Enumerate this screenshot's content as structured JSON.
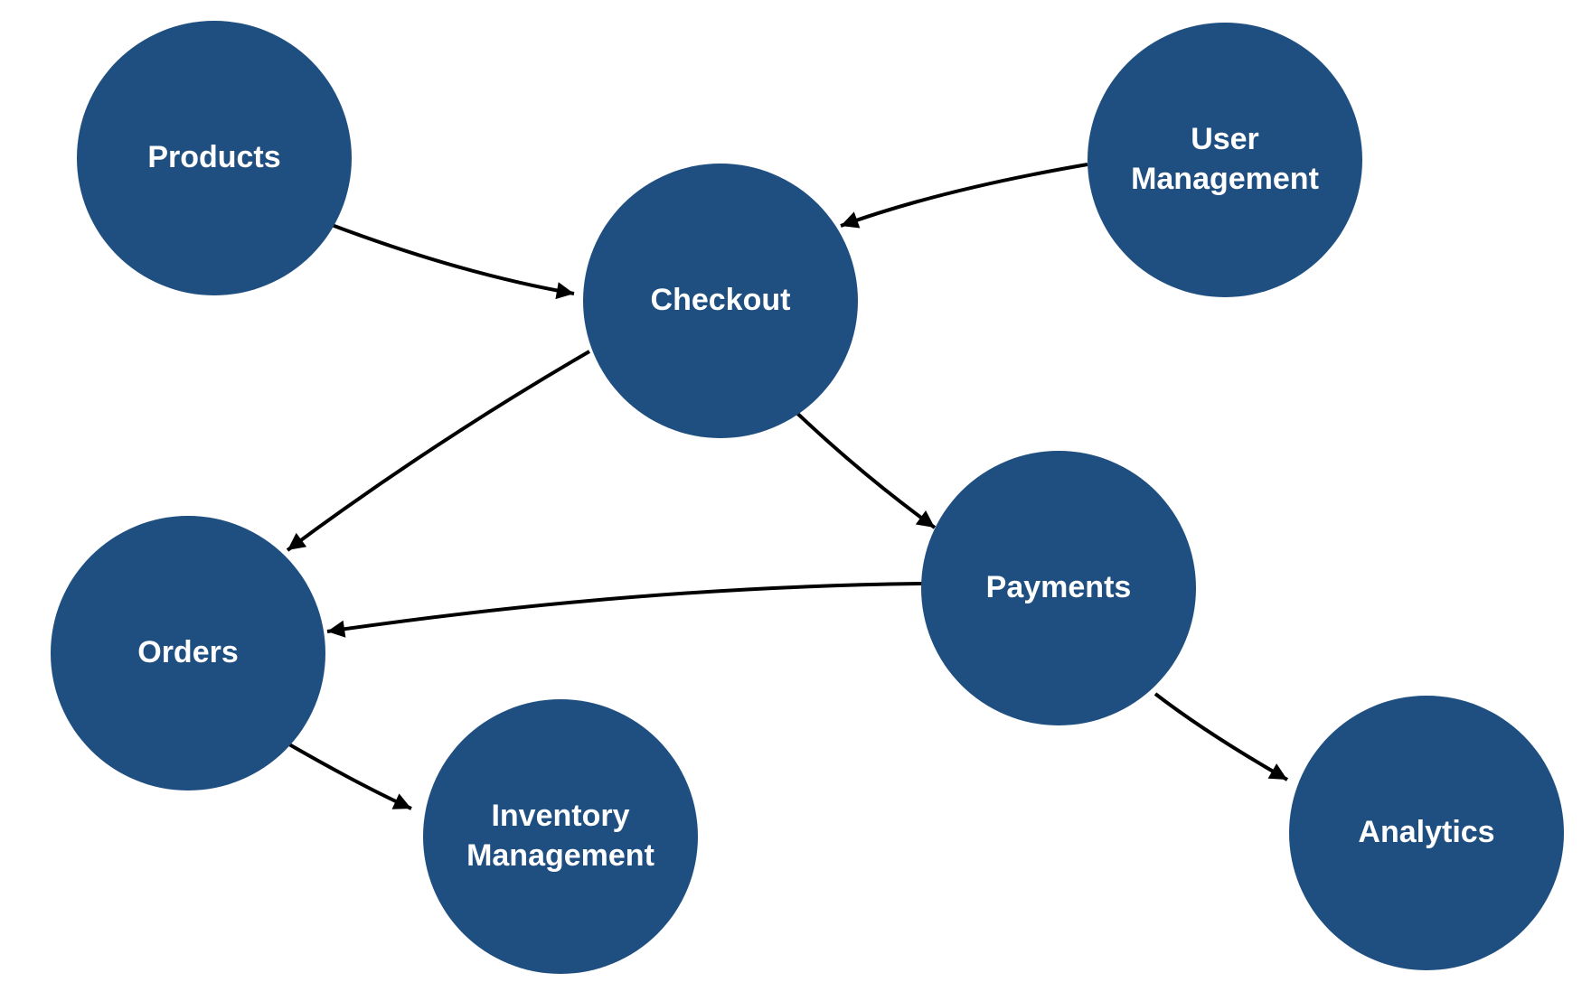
{
  "diagram": {
    "type": "flowchart",
    "colors": {
      "background": "#ffffff",
      "node_fill": "#1f4f80",
      "label_color": "#ffffff",
      "edge_color": "#000000"
    },
    "nodes": {
      "products": {
        "label": "Products"
      },
      "user_management": {
        "label": "User Management"
      },
      "checkout": {
        "label": "Checkout"
      },
      "payments": {
        "label": "Payments"
      },
      "orders": {
        "label": "Orders"
      },
      "inventory_management": {
        "label": "Inventory Management"
      },
      "analytics": {
        "label": "Analytics"
      }
    },
    "edges": [
      {
        "from": "Products",
        "to": "Checkout"
      },
      {
        "from": "User Management",
        "to": "Checkout"
      },
      {
        "from": "Checkout",
        "to": "Orders"
      },
      {
        "from": "Checkout",
        "to": "Payments"
      },
      {
        "from": "Payments",
        "to": "Orders"
      },
      {
        "from": "Orders",
        "to": "Inventory Management"
      },
      {
        "from": "Payments",
        "to": "Analytics"
      }
    ]
  }
}
